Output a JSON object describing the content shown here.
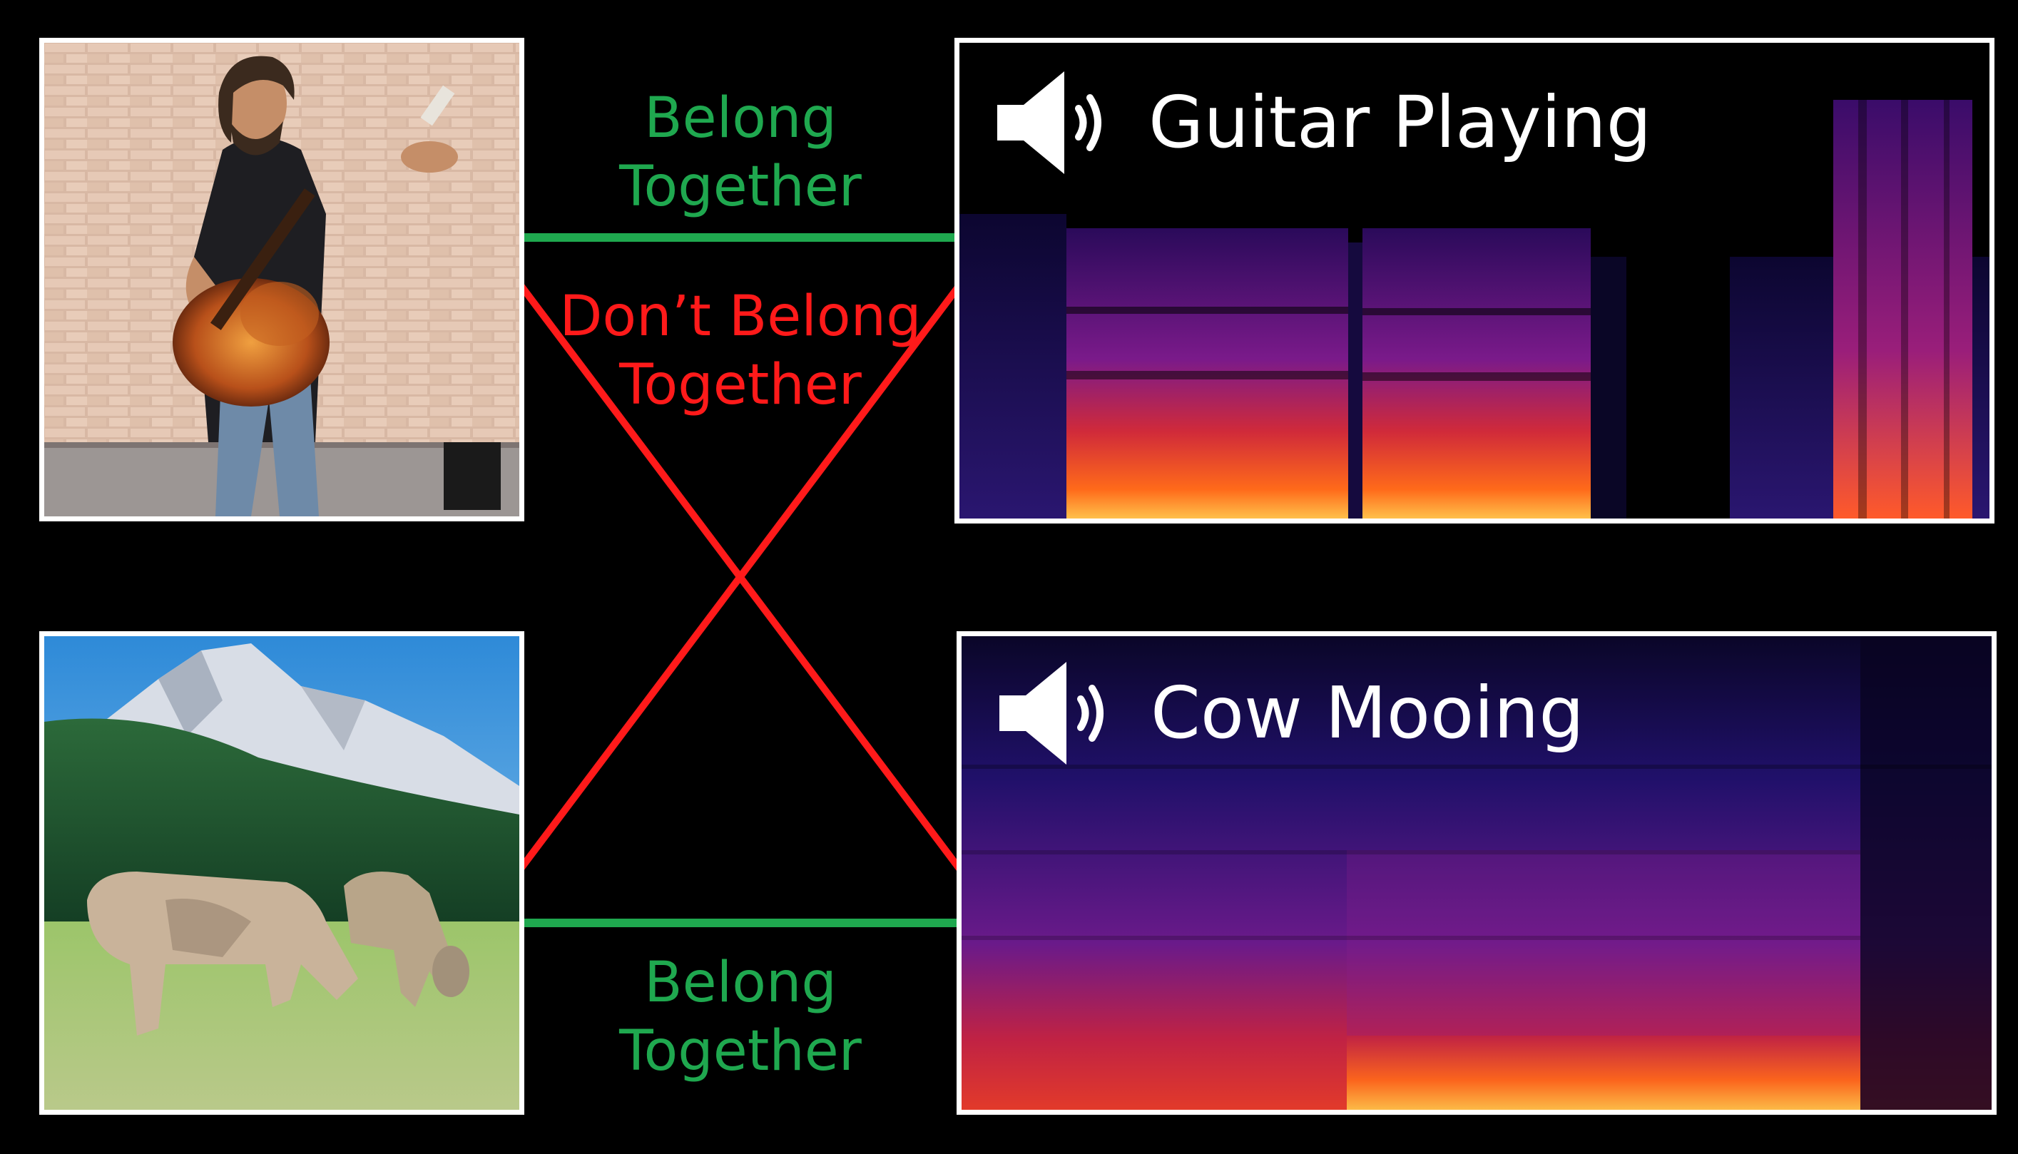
{
  "pairs": {
    "top_belong": {
      "line1": "Belong",
      "line2": "Together"
    },
    "dont_belong": {
      "line1": "Don’t Belong",
      "line2": "Together"
    },
    "bottom_belong": {
      "line1": "Belong",
      "line2": "Together"
    }
  },
  "audio": {
    "top": {
      "label": "Guitar Playing",
      "icon": "speaker-icon"
    },
    "bottom": {
      "label": "Cow Mooing",
      "icon": "speaker-icon"
    }
  },
  "colors": {
    "belong": "#1fa84f",
    "dont_belong": "#ff1a1a",
    "background": "#000000",
    "frame": "#ffffff"
  }
}
